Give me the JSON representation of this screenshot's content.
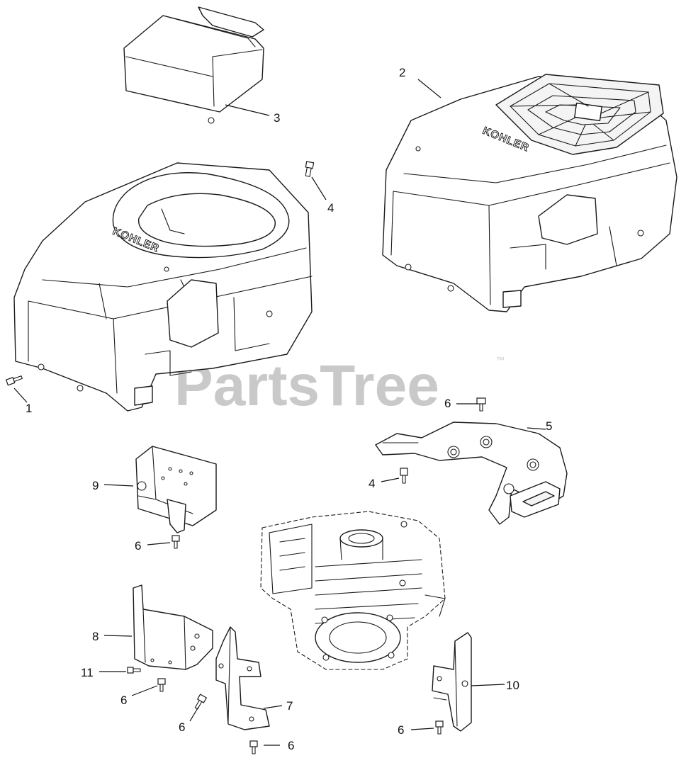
{
  "watermark": {
    "text": "PartsTree",
    "trademark": "™"
  },
  "brand_marks": [
    "KOHLER",
    "KOHLER"
  ],
  "callouts": [
    {
      "id": "c1",
      "label": "1"
    },
    {
      "id": "c2",
      "label": "2"
    },
    {
      "id": "c3",
      "label": "3"
    },
    {
      "id": "c4a",
      "label": "4"
    },
    {
      "id": "c4b",
      "label": "4"
    },
    {
      "id": "c5",
      "label": "5"
    },
    {
      "id": "c6a",
      "label": "6"
    },
    {
      "id": "c6b",
      "label": "6"
    },
    {
      "id": "c6c",
      "label": "6"
    },
    {
      "id": "c6d",
      "label": "6"
    },
    {
      "id": "c6e",
      "label": "6"
    },
    {
      "id": "c6f",
      "label": "6"
    },
    {
      "id": "c7",
      "label": "7"
    },
    {
      "id": "c8",
      "label": "8"
    },
    {
      "id": "c9",
      "label": "9"
    },
    {
      "id": "c10",
      "label": "10"
    },
    {
      "id": "c11",
      "label": "11"
    }
  ]
}
